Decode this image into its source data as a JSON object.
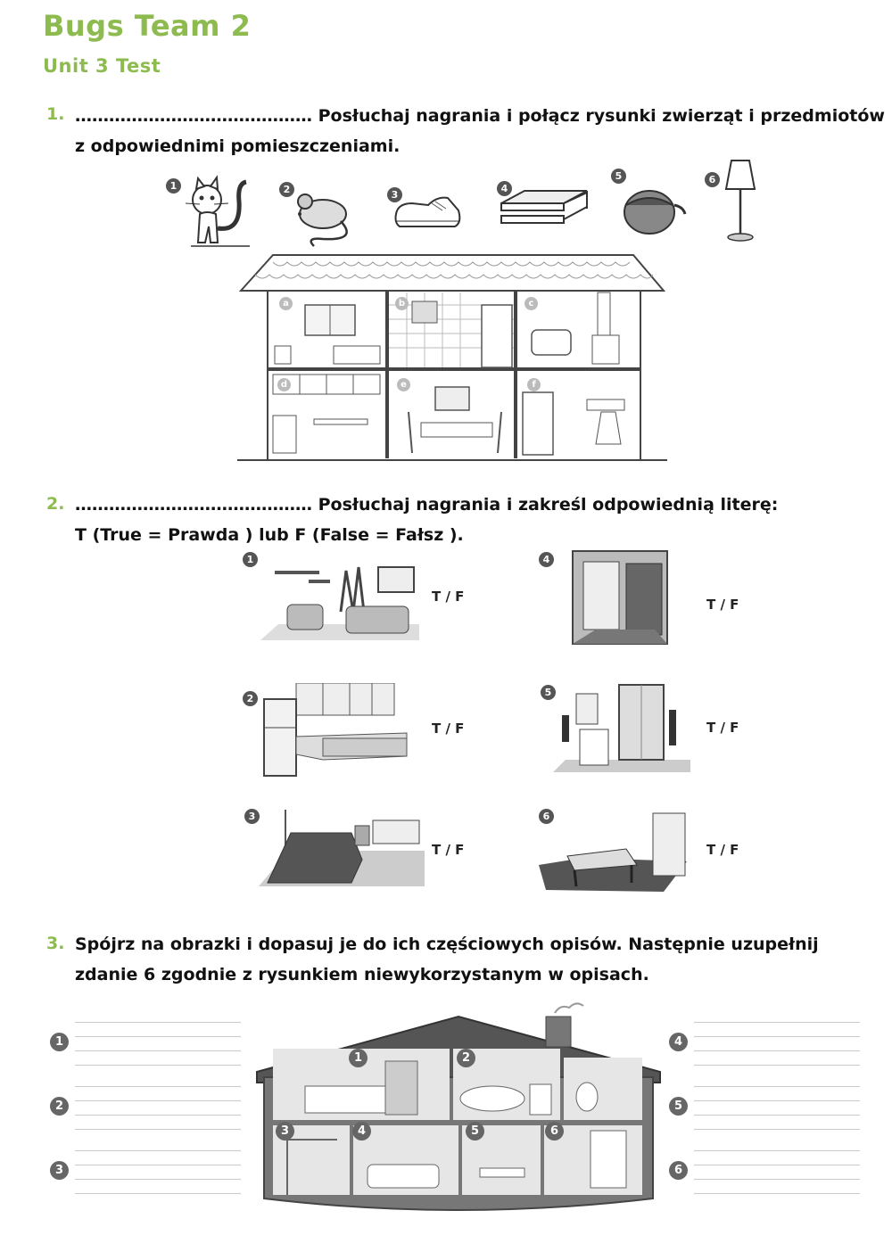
{
  "header": {
    "title": "Bugs Team 2",
    "subtitle": "Unit 3 Test"
  },
  "q1": {
    "number": "1.",
    "line1": "…………………………………… Posłuchaj nagrania i połącz rysunki zwierząt i przedmiotów",
    "line2": "z odpowiednimi pomieszczeniami.",
    "item_numbers": [
      "1",
      "2",
      "3",
      "4",
      "5",
      "6"
    ],
    "item_icons": [
      "cat-icon",
      "mouse-icon",
      "sneaker-icon",
      "shelf-icon",
      "acorn-icon",
      "floor-lamp-icon"
    ],
    "room_letters": [
      "a",
      "b",
      "c",
      "d",
      "e",
      "f"
    ]
  },
  "q2": {
    "number": "2.",
    "line1": "…………………………………… Posłuchaj nagrania i zakreśl odpowiednią literę:",
    "line2": "T (True = Prawda ) lub F (False = Fałsz ).",
    "items": [
      {
        "num": "1",
        "tf": "T / F"
      },
      {
        "num": "2",
        "tf": "T / F"
      },
      {
        "num": "3",
        "tf": "T / F"
      },
      {
        "num": "4",
        "tf": "T / F"
      },
      {
        "num": "5",
        "tf": "T / F"
      },
      {
        "num": "6",
        "tf": "T / F"
      }
    ]
  },
  "q3": {
    "number": "3.",
    "line1": "Spójrz na obrazki i dopasuj je do ich częściowych opisów. Następnie uzupełnij",
    "line2": "zdanie 6 zgodnie z rysunkiem niewykorzystanym w opisach.",
    "left_numbers": [
      "1",
      "2",
      "3"
    ],
    "right_numbers": [
      "4",
      "5",
      "6"
    ],
    "house_numbers": [
      "1",
      "2",
      "3",
      "4",
      "5",
      "6"
    ]
  }
}
